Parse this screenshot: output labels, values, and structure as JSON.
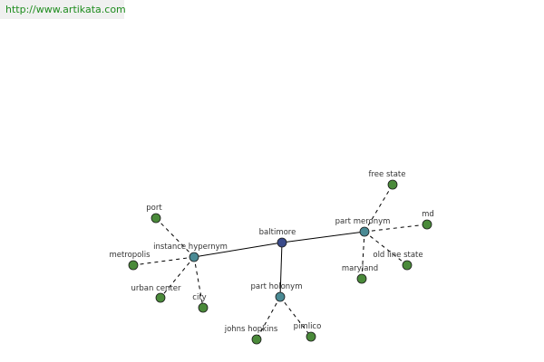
{
  "banner": {
    "url_text": "http://www.artikata.com"
  },
  "colors": {
    "background": "#ffffff",
    "banner_bg": "#f0f0f0",
    "banner_text": "#1e8c1e",
    "edge": "#000000",
    "label": "#333333",
    "center_node": "#3a4a8a",
    "relation_node": "#4a8a94",
    "leaf_node": "#4a8a3a",
    "node_stroke": "#1a1a1a"
  },
  "graph": {
    "nodes": [
      {
        "id": "baltimore",
        "label": "baltimore",
        "kind": "center"
      },
      {
        "id": "instance-hypernym",
        "label": "instance hypernym",
        "kind": "relation"
      },
      {
        "id": "part-meronym",
        "label": "part meronym",
        "kind": "relation"
      },
      {
        "id": "part-holonym",
        "label": "part holonym",
        "kind": "relation"
      },
      {
        "id": "port",
        "label": "port",
        "kind": "leaf"
      },
      {
        "id": "metropolis",
        "label": "metropolis",
        "kind": "leaf"
      },
      {
        "id": "urban-center",
        "label": "urban center",
        "kind": "leaf"
      },
      {
        "id": "city",
        "label": "city",
        "kind": "leaf"
      },
      {
        "id": "free-state",
        "label": "free state",
        "kind": "leaf"
      },
      {
        "id": "md",
        "label": "md",
        "kind": "leaf"
      },
      {
        "id": "old-line-state",
        "label": "old line state",
        "kind": "leaf"
      },
      {
        "id": "maryland",
        "label": "maryland",
        "kind": "leaf"
      },
      {
        "id": "johns-hopkins",
        "label": "johns hopkins",
        "kind": "leaf"
      },
      {
        "id": "pimlico",
        "label": "pimlico",
        "kind": "leaf"
      }
    ],
    "edges": [
      {
        "from": "baltimore",
        "to": "instance-hypernym",
        "style": "solid"
      },
      {
        "from": "baltimore",
        "to": "part-meronym",
        "style": "solid"
      },
      {
        "from": "baltimore",
        "to": "part-holonym",
        "style": "solid"
      },
      {
        "from": "instance-hypernym",
        "to": "port",
        "style": "dashed"
      },
      {
        "from": "instance-hypernym",
        "to": "metropolis",
        "style": "dashed"
      },
      {
        "from": "instance-hypernym",
        "to": "urban-center",
        "style": "dashed"
      },
      {
        "from": "instance-hypernym",
        "to": "city",
        "style": "dashed"
      },
      {
        "from": "part-meronym",
        "to": "free-state",
        "style": "dashed"
      },
      {
        "from": "part-meronym",
        "to": "md",
        "style": "dashed"
      },
      {
        "from": "part-meronym",
        "to": "old-line-state",
        "style": "dashed"
      },
      {
        "from": "part-meronym",
        "to": "maryland",
        "style": "dashed"
      },
      {
        "from": "part-holonym",
        "to": "johns-hopkins",
        "style": "dashed"
      },
      {
        "from": "part-holonym",
        "to": "pimlico",
        "style": "dashed"
      }
    ]
  }
}
